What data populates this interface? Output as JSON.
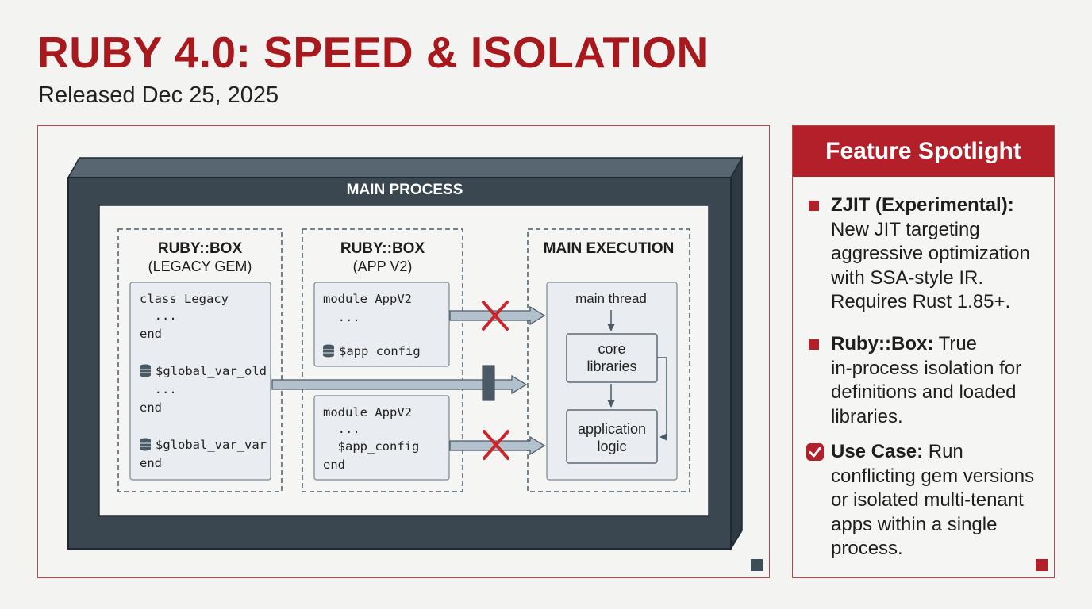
{
  "header": {
    "title": "RUBY 4.0: SPEED & ISOLATION",
    "subtitle": "Released Dec 25, 2025"
  },
  "diagram": {
    "main_process_label": "MAIN PROCESS",
    "box_legacy": {
      "title": "RUBY::BOX",
      "subtitle": "(LEGACY GEM)",
      "code": [
        "class Legacy",
        "  ...",
        "end",
        "$global_var_old",
        "  ...",
        "end",
        "$global_var_var",
        "end"
      ]
    },
    "box_app_v2": {
      "title": "RUBY::BOX",
      "subtitle": "(APP V2)",
      "code_top": [
        "module AppV2",
        "  ...",
        "$app_config"
      ],
      "code_bottom": [
        "module AppV2",
        "  ...",
        "  $app_config",
        "end"
      ]
    },
    "main_execution": {
      "title": "MAIN EXECUTION",
      "thread_label": "main thread",
      "core_libraries": [
        "core",
        "libraries"
      ],
      "application_logic": [
        "application",
        "logic"
      ]
    },
    "colors": {
      "frame_dark": "#3a4650",
      "frame_border": "#1f2830",
      "accent_red": "#b4202a",
      "cross_red": "#c8262c",
      "arrow_fill": "#b3c1cc",
      "box_fill": "#e9ecf0",
      "corner_dark": "#3e4d5a"
    }
  },
  "sidebar": {
    "header": "Feature Spotlight",
    "features": [
      {
        "icon": "square-bullet-icon",
        "label": "ZJIT (Experimental):",
        "lines": [
          "New JIT targeting",
          "aggressive optimization",
          "with SSA-style IR.",
          "Requires Rust 1.85+."
        ]
      },
      {
        "icon": "square-bullet-icon",
        "label": "Ruby::Box:",
        "first_line_rest": " True",
        "lines": [
          "in-process isolation for",
          "definitions and loaded",
          "libraries."
        ]
      },
      {
        "icon": "checkbox-checked-icon",
        "label": "Use Case:",
        "first_line_rest": " Run",
        "lines": [
          "conflicting gem versions",
          "or isolated multi-tenant",
          "apps within a single",
          "process."
        ]
      }
    ]
  }
}
